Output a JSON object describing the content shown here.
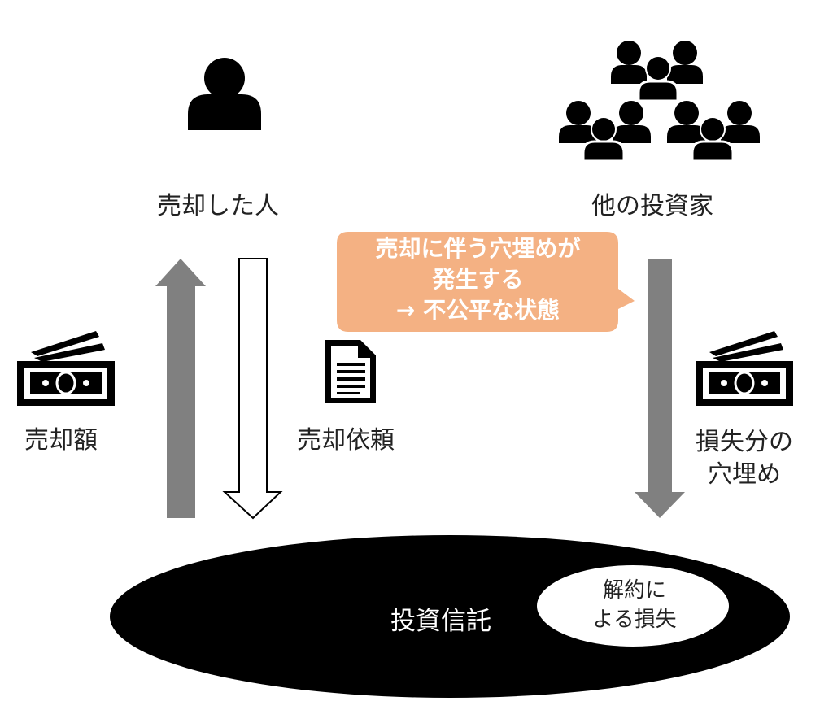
{
  "labels": {
    "seller": "売却した人",
    "other_investors": "他の投資家",
    "sale_amount": "売却額",
    "sale_request": "売却依頼",
    "loss_cover_line1": "損失分の",
    "loss_cover_line2": "穴埋め",
    "fund": "投資信託",
    "cancel_loss_line1": "解約に",
    "cancel_loss_line2": "よる損失"
  },
  "callout": {
    "line1": "売却に伴う穴埋めが",
    "line2": "発生する",
    "line3": "→ 不公平な状態"
  },
  "icons": {
    "seller": "person-icon",
    "other_investors": "group-icon",
    "sale_amount": "cash-icon",
    "sale_request": "document-icon",
    "loss_cover": "cash-icon"
  },
  "colors": {
    "callout_fill": "#f4b183",
    "arrow_gray": "#808080",
    "fund_ellipse": "#000000",
    "loss_ellipse": "#ffffff"
  }
}
